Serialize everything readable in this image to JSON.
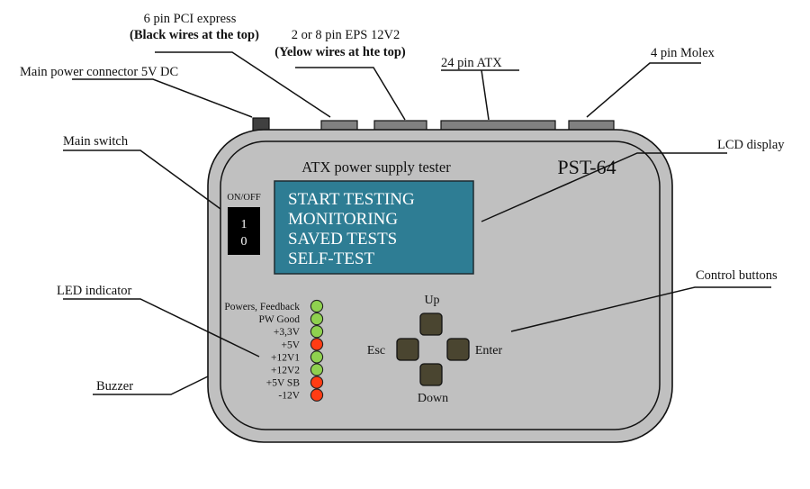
{
  "device": {
    "title": "ATX power supply tester",
    "model": "PST-64",
    "switch": {
      "label": "ON/OFF",
      "on_glyph": "1",
      "off_glyph": "0"
    },
    "lcd": {
      "menu": [
        "START TESTING",
        "MONITORING",
        "SAVED TESTS",
        "SELF-TEST"
      ]
    },
    "leds": [
      {
        "label": "Powers, Feedback",
        "state": "green"
      },
      {
        "label": "PW Good",
        "state": "green"
      },
      {
        "label": "+3,3V",
        "state": "green"
      },
      {
        "label": "+5V",
        "state": "red"
      },
      {
        "label": "+12V1",
        "state": "green"
      },
      {
        "label": "+12V2",
        "state": "green"
      },
      {
        "label": "+5V SB",
        "state": "red"
      },
      {
        "label": "-12V",
        "state": "red"
      }
    ],
    "buttons": {
      "up": "Up",
      "down": "Down",
      "esc": "Esc",
      "enter": "Enter"
    }
  },
  "callouts": {
    "pci_express": {
      "line1": "6 pin PCI express",
      "line2": "(Black wires at the top)"
    },
    "eps": {
      "line1": "2 or 8 pin EPS 12V2",
      "line2": "(Yelow wires at hte top)"
    },
    "main_power": "Main power connector 5V DC",
    "atx24": "24 pin ATX",
    "molex": "4 pin Molex",
    "main_switch": "Main switch",
    "lcd_display": "LCD display",
    "led_indicator": "LED indicator",
    "control_buttons": "Control buttons",
    "buzzer": "Buzzer"
  },
  "colors": {
    "body": "#c0c0c0",
    "connector": "#808080",
    "dc_connector": "#404040",
    "lcd": "#2e7d94",
    "button": "#4a4530",
    "led_green": "#8fd14f",
    "led_red": "#ff3c14",
    "switch": "#000000"
  }
}
